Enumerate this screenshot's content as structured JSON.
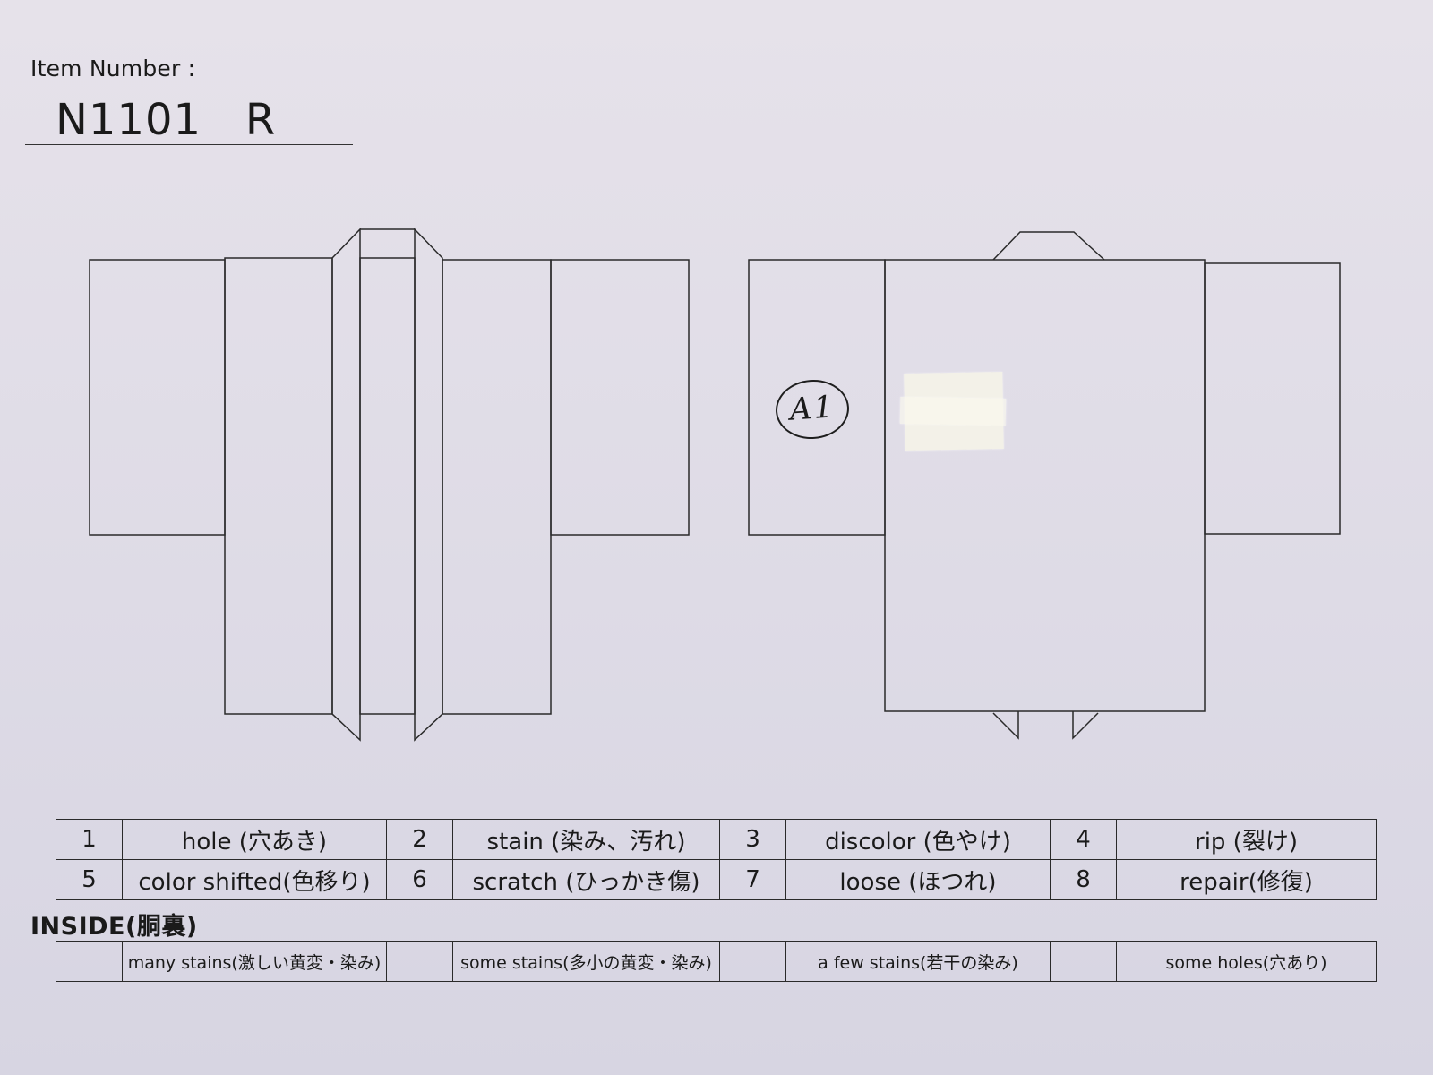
{
  "header": {
    "item_number_label": "Item Number :",
    "item_number_value": "N1101   R"
  },
  "annotation": {
    "circled_mark": "A1"
  },
  "legend": {
    "rows": [
      [
        {
          "number": "1",
          "label": "hole (穴あき)"
        },
        {
          "number": "2",
          "label": "stain (染み、汚れ)"
        },
        {
          "number": "3",
          "label": "discolor (色やけ)"
        },
        {
          "number": "4",
          "label": "rip (裂け)"
        }
      ],
      [
        {
          "number": "5",
          "label": "color shifted(色移り)"
        },
        {
          "number": "6",
          "label": "scratch (ひっかき傷)"
        },
        {
          "number": "7",
          "label": "loose (ほつれ)"
        },
        {
          "number": "8",
          "label": "repair(修復)"
        }
      ]
    ]
  },
  "inside": {
    "heading": "INSIDE(胴裏)",
    "options": [
      {
        "label": "many stains(激しい黄変・染み)"
      },
      {
        "label": "some stains(多小の黄変・染み)"
      },
      {
        "label": "a few stains(若干の染み)"
      },
      {
        "label": "some holes(穴あり)"
      }
    ]
  }
}
